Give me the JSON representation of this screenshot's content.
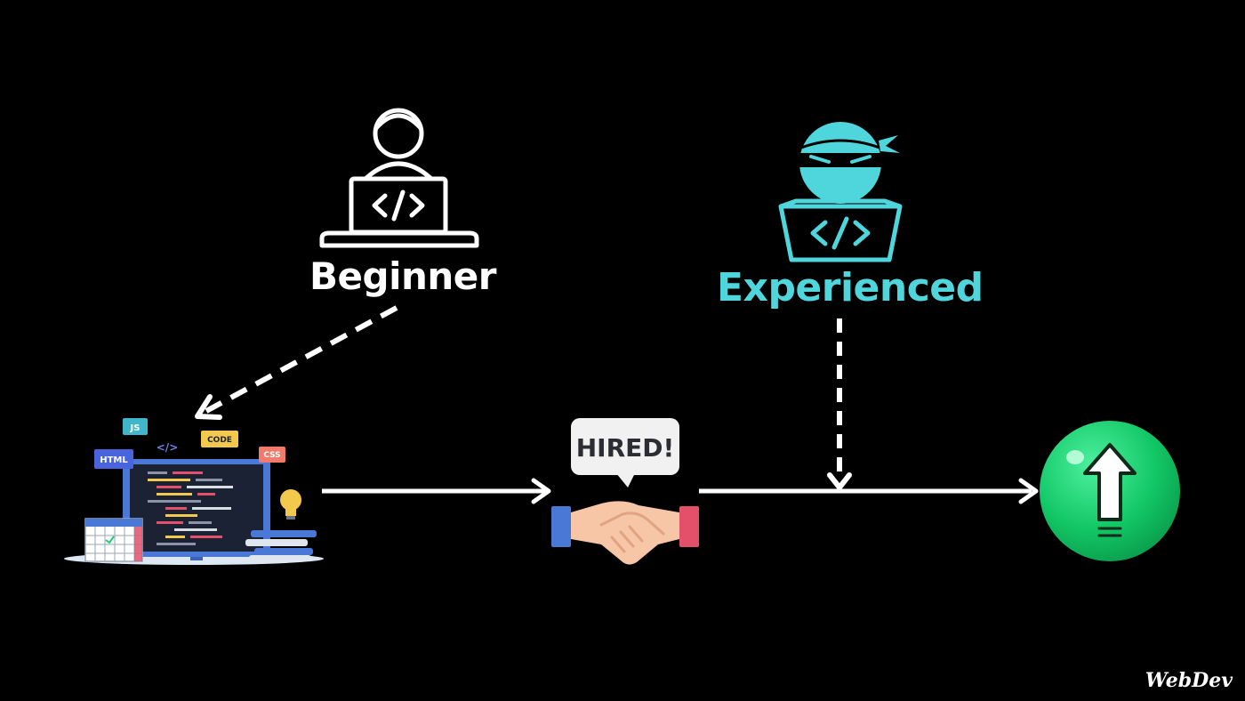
{
  "labels": {
    "beginner": "Beginner",
    "experienced": "Experienced"
  },
  "code_glyph": "</>",
  "tech_tags": {
    "js": "JS",
    "html": "HTML",
    "code": "CODE",
    "css": "CSS",
    "code_glyph": "</>"
  },
  "hired_bubble": "HIRED!",
  "brand": "WebDev",
  "colors": {
    "background": "#000000",
    "beginner": "#ffffff",
    "experienced": "#4fd6dc",
    "growth": "#1fcf72",
    "arrow": "#ffffff"
  },
  "icons": {
    "beginner": "developer-at-laptop-icon",
    "experienced": "ninja-developer-icon",
    "workspace": "coding-workspace-icon",
    "deal": "handshake-icon",
    "growth": "up-arrow-circle-icon"
  }
}
